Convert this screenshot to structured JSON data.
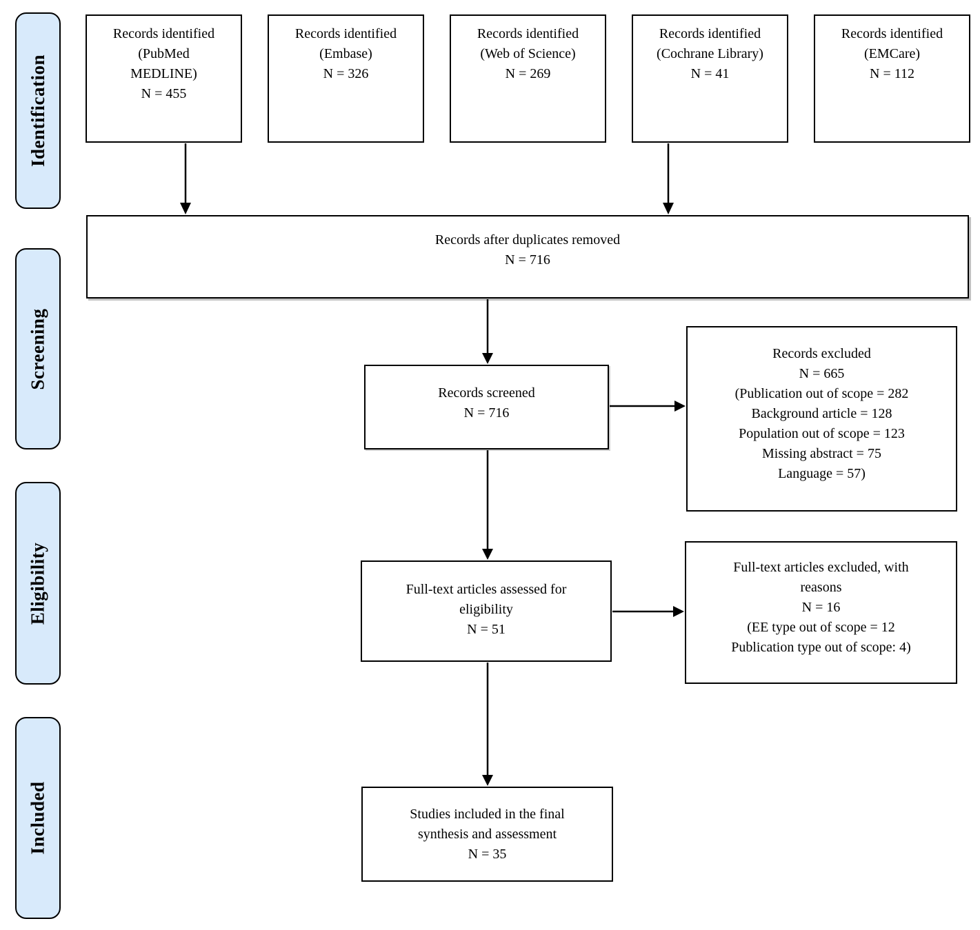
{
  "diagram_type": "PRISMA flow diagram",
  "colors": {
    "stage_fill": "#d8eafb",
    "box_border": "#000000",
    "background": "#ffffff",
    "text": "#000000"
  },
  "sidebar": {
    "stages": [
      {
        "label": "Identification"
      },
      {
        "label": "Screening"
      },
      {
        "label": "Eligibility"
      },
      {
        "label": "Included"
      }
    ]
  },
  "boxes": {
    "source_1": {
      "text": "Records identified\n(PubMed\nMEDLINE)\nN = 455"
    },
    "source_2": {
      "text": "Records identified\n(Embase)\nN = 326"
    },
    "source_3": {
      "text": "Records identified\n(Web of Science)\nN = 269"
    },
    "source_4": {
      "text": "Records identified\n(Cochrane Library)\nN = 41"
    },
    "source_5": {
      "text": "Records identified\n(EMCare)\nN = 112"
    },
    "dedup": {
      "text": "Records after duplicates removed\nN = 716"
    },
    "screened": {
      "text": "Records screened\nN = 716"
    },
    "records_excluded": {
      "text": "Records excluded\nN = 665\n(Publication out of scope = 282\nBackground article = 128\nPopulation out of scope = 123\nMissing abstract = 75\nLanguage = 57)"
    },
    "fulltext": {
      "text": "Full-text articles assessed for\neligibility\nN = 51"
    },
    "fulltext_excluded": {
      "text": "Full-text articles excluded, with\nreasons\nN = 16\n(EE type out of scope = 12\nPublication type out of scope: 4)"
    },
    "included": {
      "text": "Studies included in the final\nsynthesis and assessment\nN = 35"
    }
  }
}
